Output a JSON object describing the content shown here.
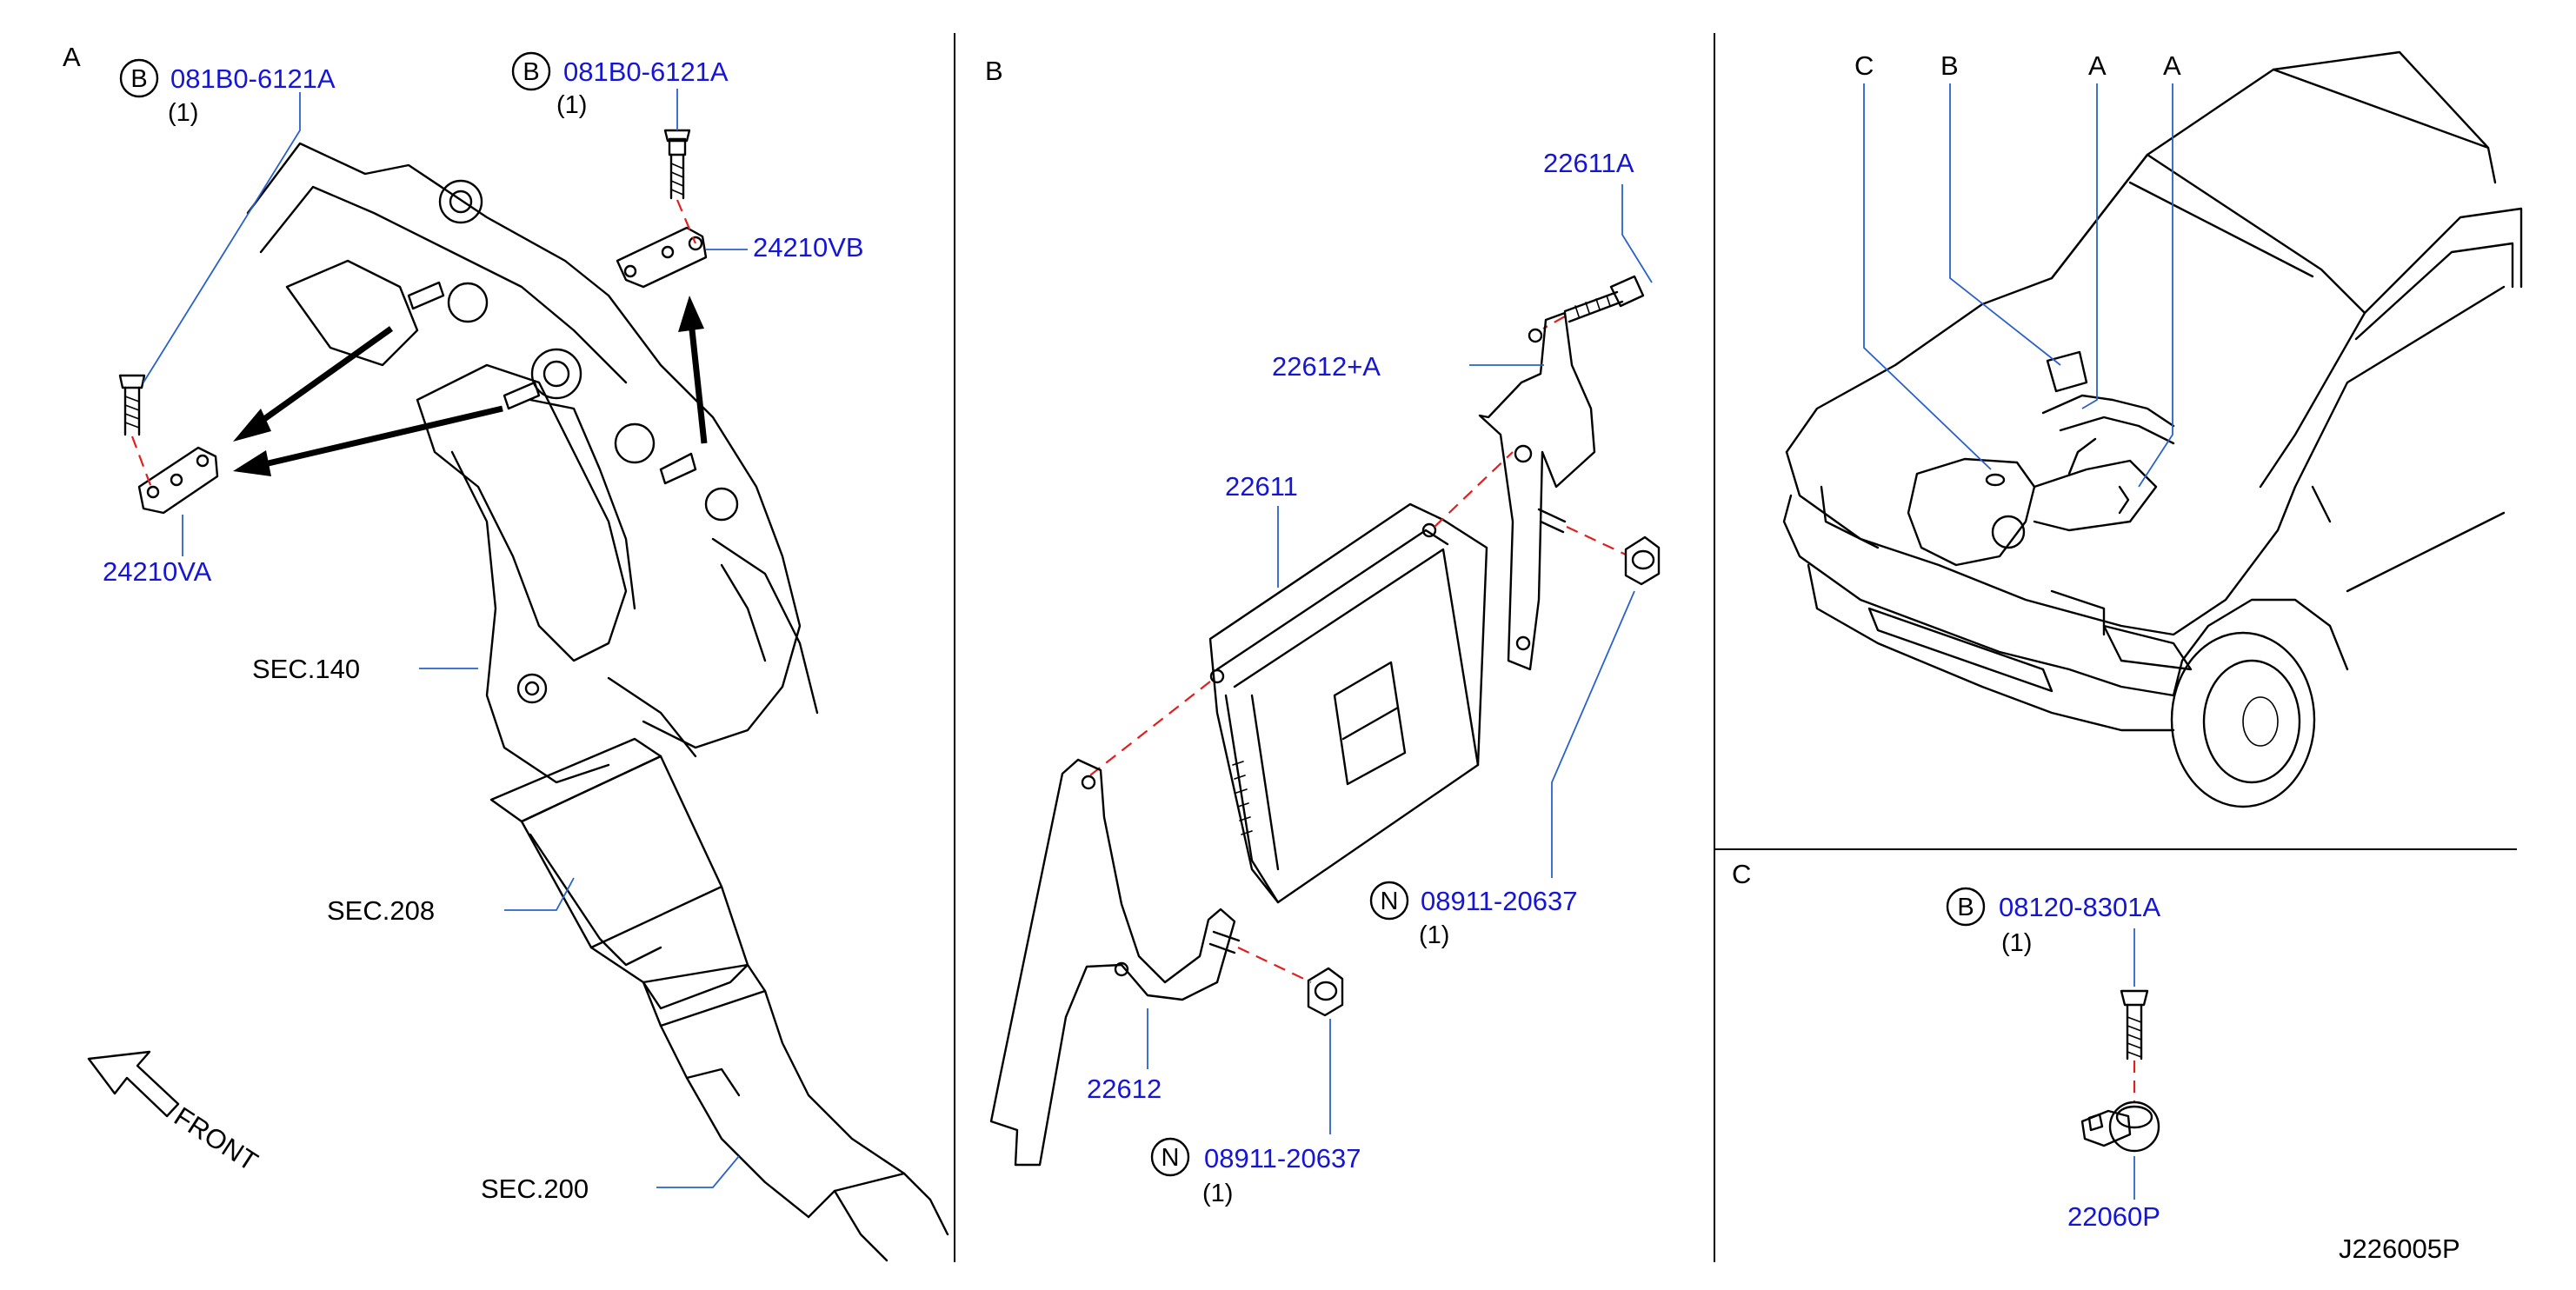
{
  "sections": {
    "a": {
      "letter": "A",
      "callout_bolt_1": {
        "circle": "B",
        "part": "081B0-6121A",
        "qty": "(1)"
      },
      "callout_bolt_2": {
        "circle": "B",
        "part": "081B0-6121A",
        "qty": "(1)"
      },
      "bracket_va": "24210VA",
      "bracket_vb": "24210VB",
      "sec_140": "SEC.140",
      "sec_208": "SEC.208",
      "sec_200": "SEC.200",
      "front": "FRONT"
    },
    "b": {
      "letter": "B",
      "bolt": "22611A",
      "bracket_upper": "22612+A",
      "ecm": "22611",
      "bracket_lower": "22612",
      "nut_upper": {
        "circle": "N",
        "part": "08911-20637",
        "qty": "(1)"
      },
      "nut_lower": {
        "circle": "N",
        "part": "08911-20637",
        "qty": "(1)"
      }
    },
    "overview": {
      "markers": [
        "C",
        "B",
        "A",
        "A"
      ]
    },
    "c": {
      "letter": "C",
      "bolt": {
        "circle": "B",
        "part": "08120-8301A",
        "qty": "(1)"
      },
      "sensor": "22060P"
    }
  },
  "diagram_id": "J226005P",
  "colors": {
    "part_number": "#1515d6",
    "leader": "#2a62c9",
    "centerline": "#e0201e",
    "line": "#000000"
  }
}
